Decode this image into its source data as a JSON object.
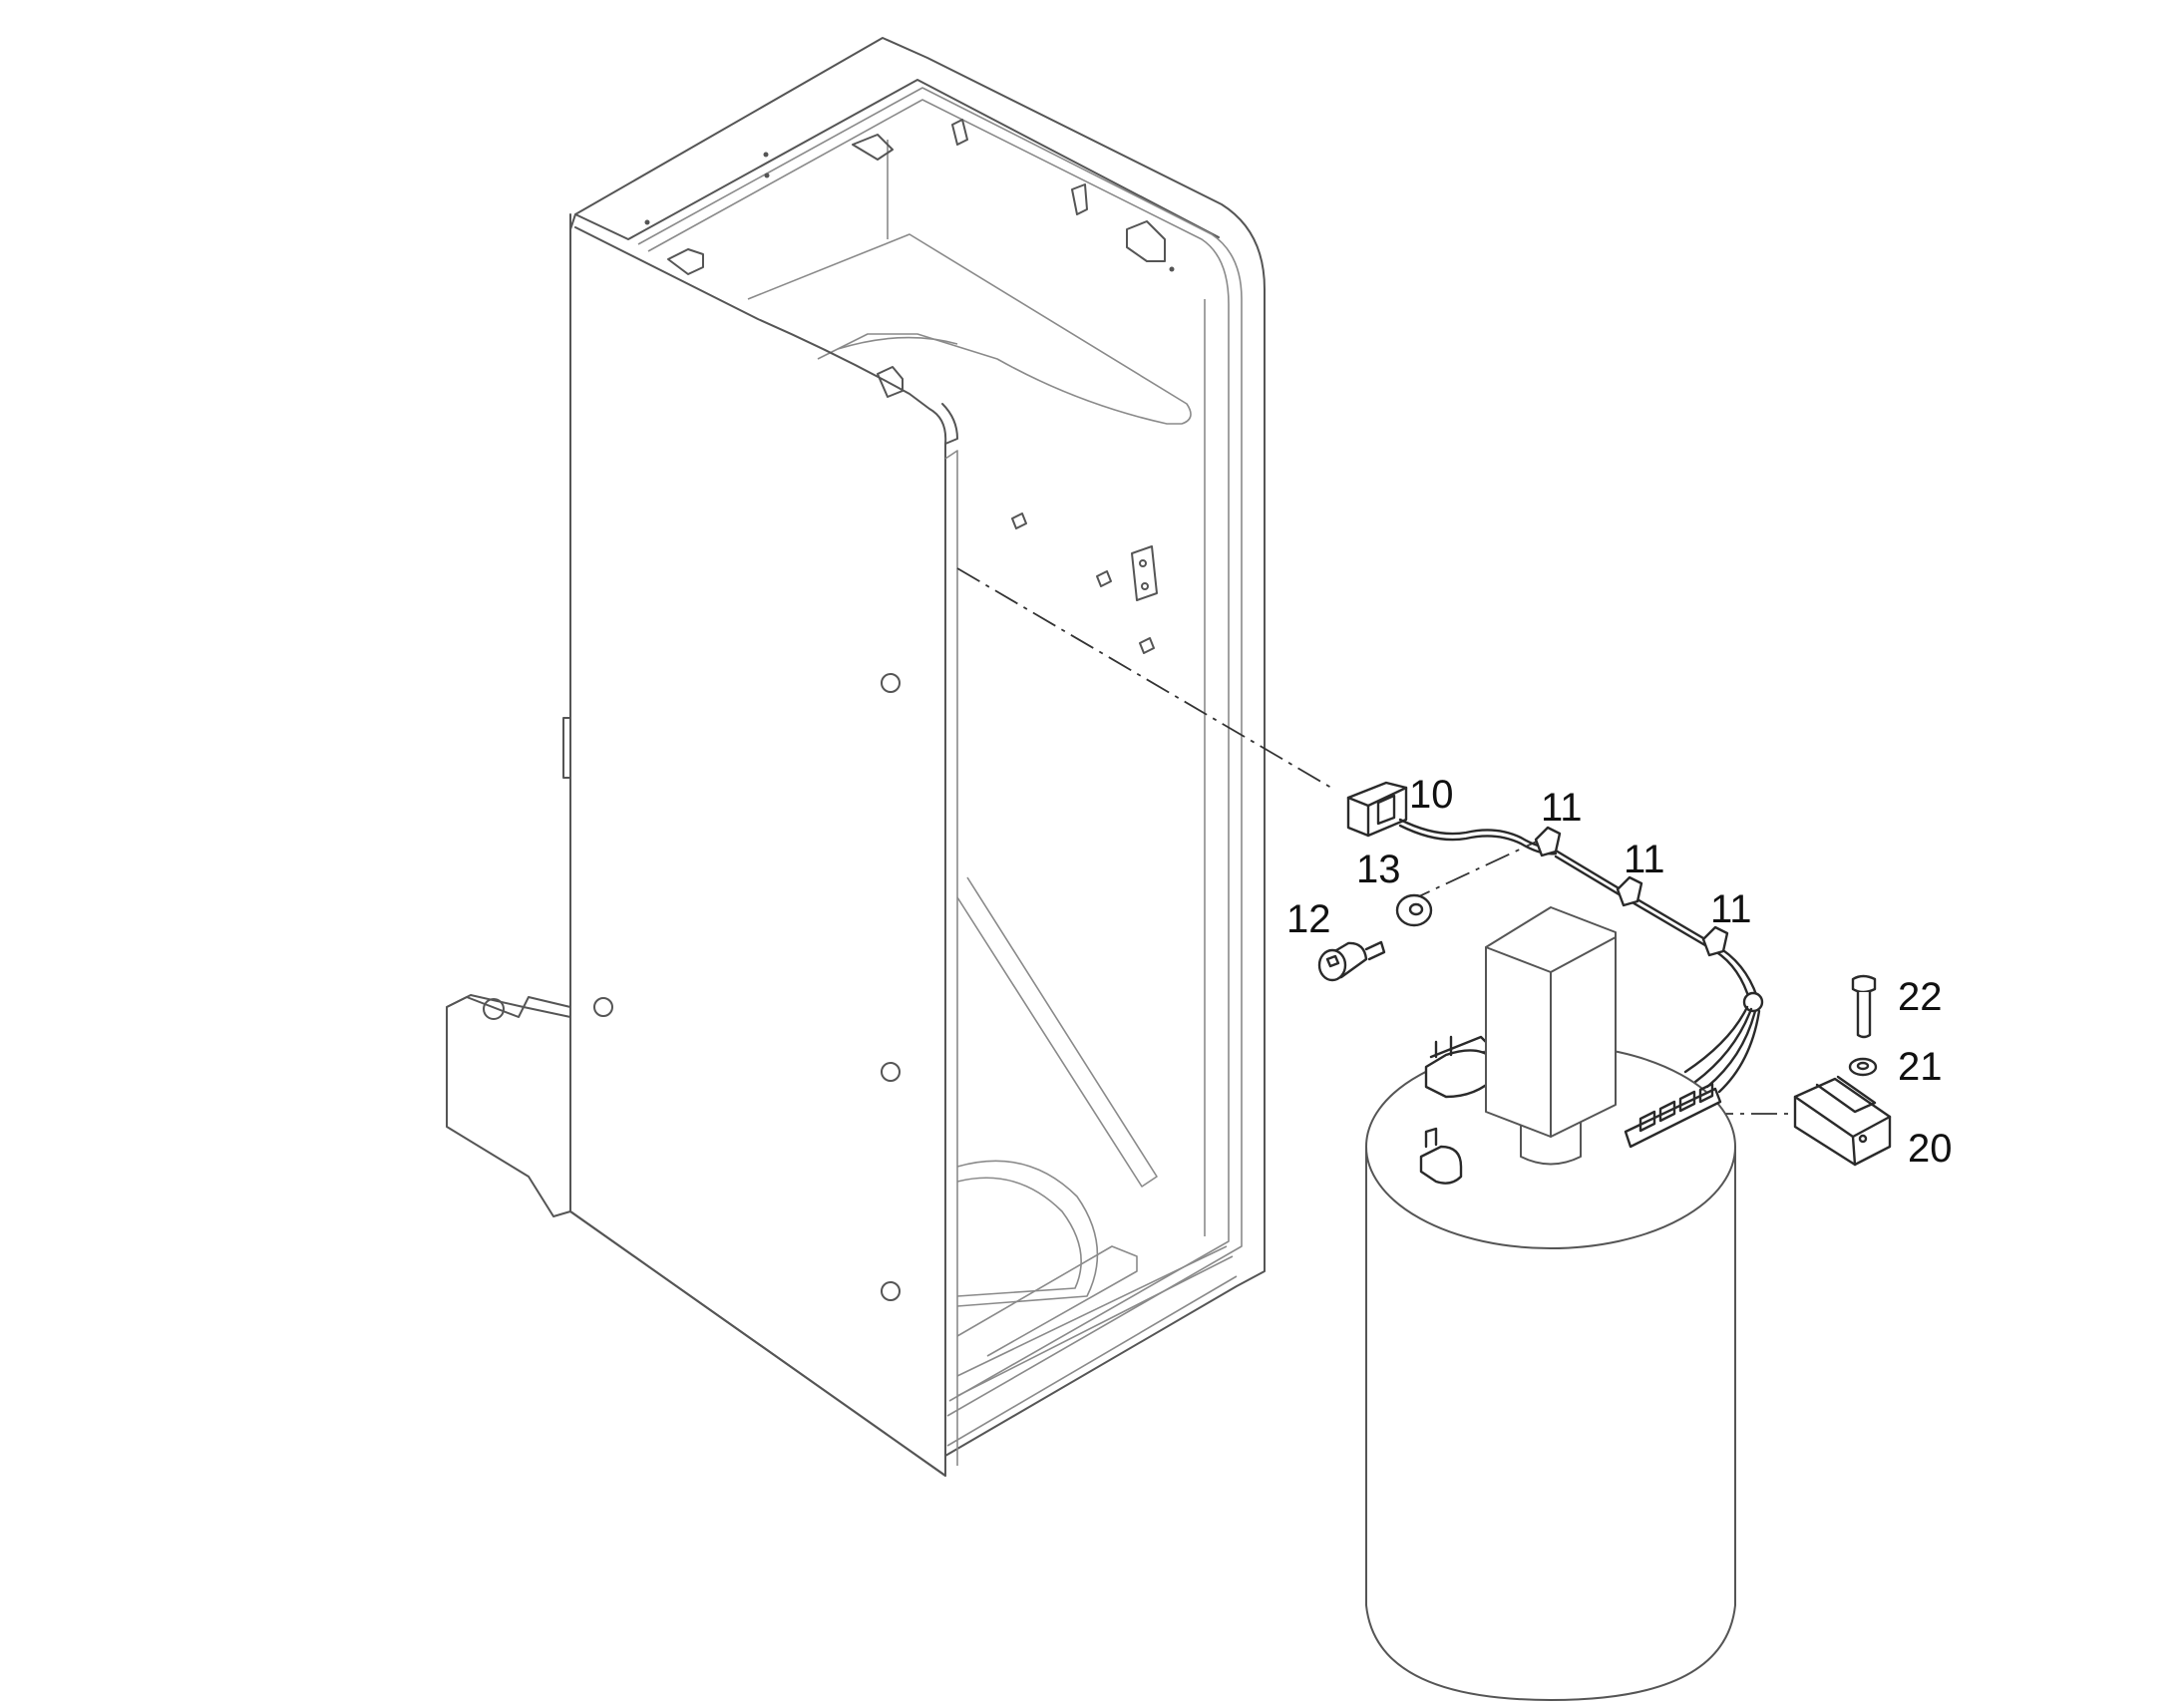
{
  "callouts": [
    {
      "id": "p10",
      "label": "10"
    },
    {
      "id": "p11a",
      "label": "11"
    },
    {
      "id": "p11b",
      "label": "11"
    },
    {
      "id": "p11c",
      "label": "11"
    },
    {
      "id": "p12",
      "label": "12"
    },
    {
      "id": "p13",
      "label": "13"
    },
    {
      "id": "p20",
      "label": "20"
    },
    {
      "id": "p21",
      "label": "21"
    },
    {
      "id": "p22",
      "label": "22"
    }
  ],
  "colors": {
    "line": "#555555",
    "dark_line": "#2a2a2a",
    "background": "#ffffff"
  }
}
